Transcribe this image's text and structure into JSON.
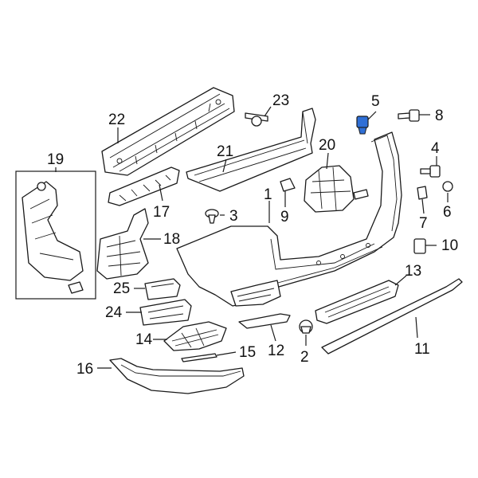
{
  "callouts": [
    {
      "id": "1",
      "label": "1"
    },
    {
      "id": "2",
      "label": "2"
    },
    {
      "id": "3",
      "label": "3"
    },
    {
      "id": "4",
      "label": "4"
    },
    {
      "id": "5",
      "label": "5"
    },
    {
      "id": "6",
      "label": "6"
    },
    {
      "id": "7",
      "label": "7"
    },
    {
      "id": "8",
      "label": "8"
    },
    {
      "id": "9",
      "label": "9"
    },
    {
      "id": "10",
      "label": "10"
    },
    {
      "id": "11",
      "label": "11"
    },
    {
      "id": "12",
      "label": "12"
    },
    {
      "id": "13",
      "label": "13"
    },
    {
      "id": "14",
      "label": "14"
    },
    {
      "id": "15",
      "label": "15"
    },
    {
      "id": "16",
      "label": "16"
    },
    {
      "id": "17",
      "label": "17"
    },
    {
      "id": "18",
      "label": "18"
    },
    {
      "id": "19",
      "label": "19"
    },
    {
      "id": "20",
      "label": "20"
    },
    {
      "id": "21",
      "label": "21"
    },
    {
      "id": "22",
      "label": "22"
    },
    {
      "id": "23",
      "label": "23"
    },
    {
      "id": "24",
      "label": "24"
    },
    {
      "id": "25",
      "label": "25"
    }
  ],
  "highlighted_part": "5",
  "colors": {
    "line": "#1a1a1a",
    "highlight": "#2f6fd6",
    "background": "#ffffff"
  }
}
